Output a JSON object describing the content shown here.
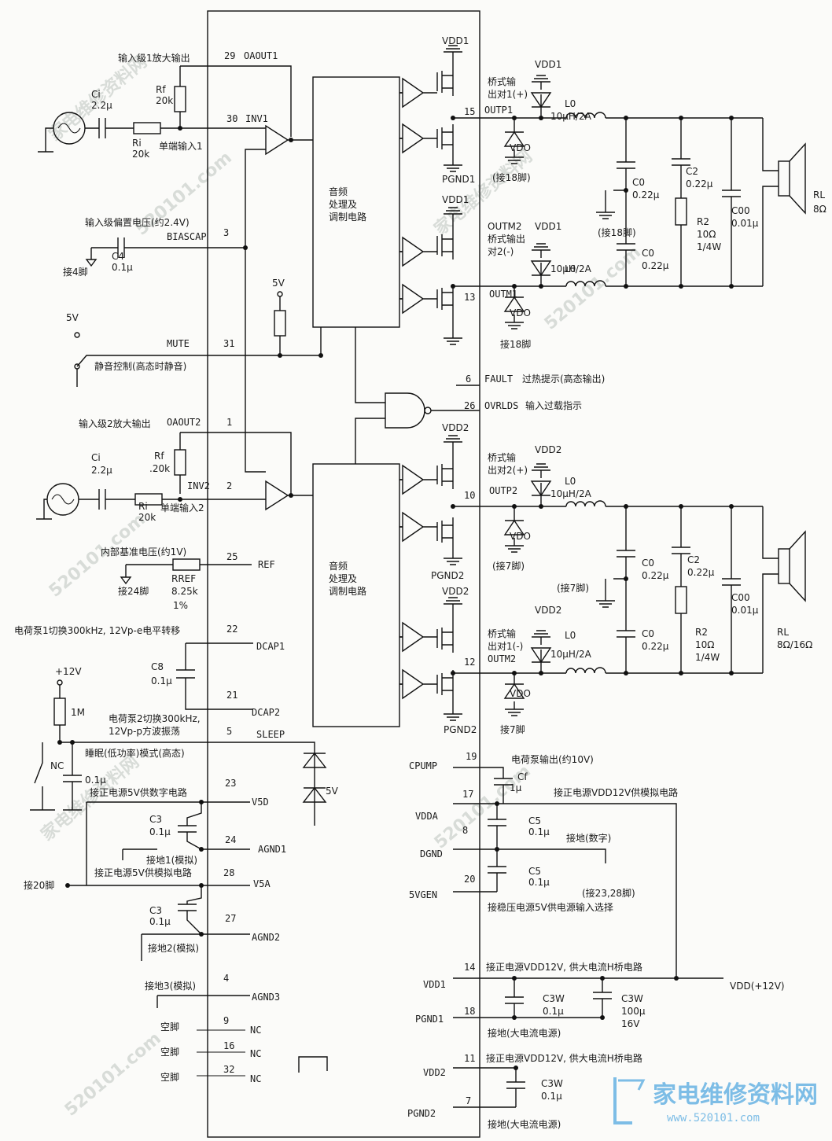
{
  "watermark": {
    "repeat": "家电维修资料网",
    "url": "520101.com",
    "brand": "家电维修资料网",
    "brand_url": "www.520101.com",
    "brand_color": "#7dbde6"
  },
  "ic": {
    "block1": [
      "音频",
      "处理及",
      "调制电路"
    ],
    "block2": [
      "音频",
      "处理及",
      "调制电路"
    ]
  },
  "left": {
    "oaout1": {
      "desc": "输入级1放大输出",
      "pin": "29",
      "name": "OAOUT1"
    },
    "inv1": {
      "pin": "30",
      "name": "INV1",
      "desc": "单端输入1"
    },
    "rf1": [
      "Rf",
      "20k"
    ],
    "ri1": [
      "Ri",
      "20k"
    ],
    "ci1": [
      "Ci",
      "2.2μ"
    ],
    "biascap": {
      "desc": "输入级偏置电压(约2.4V)",
      "pin": "3",
      "name": "BIASCAP"
    },
    "c4": [
      "C4",
      "0.1μ"
    ],
    "gnd4": "接4脚",
    "vcc5a": "5V",
    "vcc5b": "5V",
    "mute": {
      "name": "MUTE",
      "pin": "31",
      "desc": "静音控制(高态时静音)"
    },
    "oaout2": {
      "desc": "输入级2放大输出",
      "name": "OAOUT2",
      "pin": "1"
    },
    "inv2": {
      "pin": "2",
      "name": "INV2",
      "desc": "单端输入2"
    },
    "rf2": [
      "Rf",
      ".20k"
    ],
    "ri2": [
      "Ri",
      "20k"
    ],
    "ci2": [
      "Ci",
      "2.2μ"
    ],
    "ref": {
      "desc": "内部基准电压(约1V)",
      "pin": "25",
      "name": "REF"
    },
    "rref": [
      "RREF",
      "8.25k",
      "1%"
    ],
    "gnd24": "接24脚",
    "dcap1": {
      "desc": "电荷泵1切换300kHz, 12Vp-e电平转移",
      "pin": "22",
      "name": "DCAP1"
    },
    "c8": [
      "C8",
      "0.1μ"
    ],
    "dcap2": {
      "pin": "21",
      "name": "DCAP2"
    },
    "sleep_desc": [
      "电荷泵2切换300kHz,",
      "12Vp-p方波振荡"
    ],
    "sleep": {
      "pin": "5",
      "name": "SLEEP"
    },
    "v12": "+12V",
    "r1m": "1M",
    "nc": "NC",
    "sleep_mode": "睡眠(低功率)模式(高态)",
    "c_sleep": "0.1μ",
    "v5d_desc": "接正电源5V供数字电路",
    "v5d": {
      "pin": "23",
      "name": "V5D"
    },
    "z5v": "5V",
    "c3a": [
      "C3",
      "0.1μ"
    ],
    "agnd1": {
      "pin": "24",
      "name": "AGND1",
      "desc": "接地1(模拟)"
    },
    "v5a_desc": "接正电源5V供模拟电路",
    "v5a": {
      "pin": "28",
      "name": "V5A"
    },
    "to20": "接20脚",
    "c3b": [
      "C3",
      "0.1μ"
    ],
    "agnd2": {
      "pin": "27",
      "name": "AGND2",
      "desc": "接地2(模拟)"
    },
    "agnd3": {
      "pin": "4",
      "name": "AGND3",
      "desc": "接地3(模拟)"
    },
    "nc_pins": [
      {
        "desc": "空脚",
        "pin": "9",
        "name": "NC"
      },
      {
        "desc": "空脚",
        "pin": "16",
        "name": "NC"
      },
      {
        "desc": "空脚",
        "pin": "32",
        "name": "NC"
      }
    ]
  },
  "right": {
    "vdd1": "VDD1",
    "vdd2": "VDD2",
    "pgnd1": "PGND1",
    "pgnd2": "PGND2",
    "outp1": {
      "pin": "15",
      "name": "OUTP1",
      "desc": [
        "桥式输",
        "出对1(+)"
      ]
    },
    "outm1": {
      "pin": "13",
      "name": "OUTM1",
      "desc": [
        "OUTM2",
        "桥式输出",
        "对2(-)"
      ]
    },
    "outp2": {
      "pin": "10",
      "name": "OUTP2",
      "desc": [
        "桥式输",
        "出对2(+)"
      ]
    },
    "outm2": {
      "pin": "12",
      "name": "OUTM2",
      "desc": [
        "桥式输",
        "出对1(-)"
      ]
    },
    "inductor": [
      "L0",
      "10μH/2A"
    ],
    "c0": [
      "C0",
      "0.22μ"
    ],
    "c2": [
      "C2",
      "0.22μ"
    ],
    "r2": [
      "R2",
      "10Ω",
      "1/4W"
    ],
    "c00": [
      "C00",
      "0.01μ"
    ],
    "rl1": [
      "RL",
      "8Ω"
    ],
    "rl2": [
      "RL",
      "8Ω/16Ω"
    ],
    "to18": "(接18脚)",
    "to18b": "接18脚",
    "to7": "(接7脚)",
    "to7b": "接7脚",
    "vdo": "VDO",
    "fault": {
      "pin": "6",
      "name": "FAULT",
      "desc": "过热提示(高态输出)"
    },
    "ovrlds": {
      "pin": "26",
      "name": "OVRLDS",
      "desc": "输入过载指示"
    }
  },
  "bottom": {
    "cpump": {
      "name": "CPUMP",
      "pin": "19",
      "desc": "电荷泵输出(约10V)"
    },
    "cf": [
      "Cf",
      "1μ"
    ],
    "vdda": {
      "name": "VDDA",
      "pin": "17",
      "desc": "接正电源VDD12V供模拟电路"
    },
    "c5a": [
      "C5",
      "0.1μ"
    ],
    "dgnd": {
      "name": "DGND",
      "pin": "8",
      "desc": "接地(数字)"
    },
    "c5b": [
      "C5",
      "0.1μ"
    ],
    "v5gen": {
      "name": "5VGEN",
      "pin": "20",
      "desc": "接稳压电源5V供电源输入选择",
      "to": "(接23,28脚)"
    },
    "vdd1": {
      "name": "VDD1",
      "pin": "14",
      "desc": "接正电源VDD12V, 供大电流H桥电路"
    },
    "pgnd1": {
      "name": "PGND1",
      "pin": "18",
      "desc": "接地(大电流电源)"
    },
    "c3w1": [
      "C3W",
      "0.1μ"
    ],
    "c3w2": [
      "C3W",
      "100μ",
      "16V"
    ],
    "vdd": "VDD(+12V)",
    "vdd2": {
      "name": "VDD2",
      "pin": "11",
      "desc": "接正电源VDD12V, 供大电流H桥电路"
    },
    "pgnd2": {
      "name": "PGND2",
      "pin": "7",
      "desc": "接地(大电流电源)"
    },
    "c3w3": [
      "C3W",
      "0.1μ"
    ]
  }
}
